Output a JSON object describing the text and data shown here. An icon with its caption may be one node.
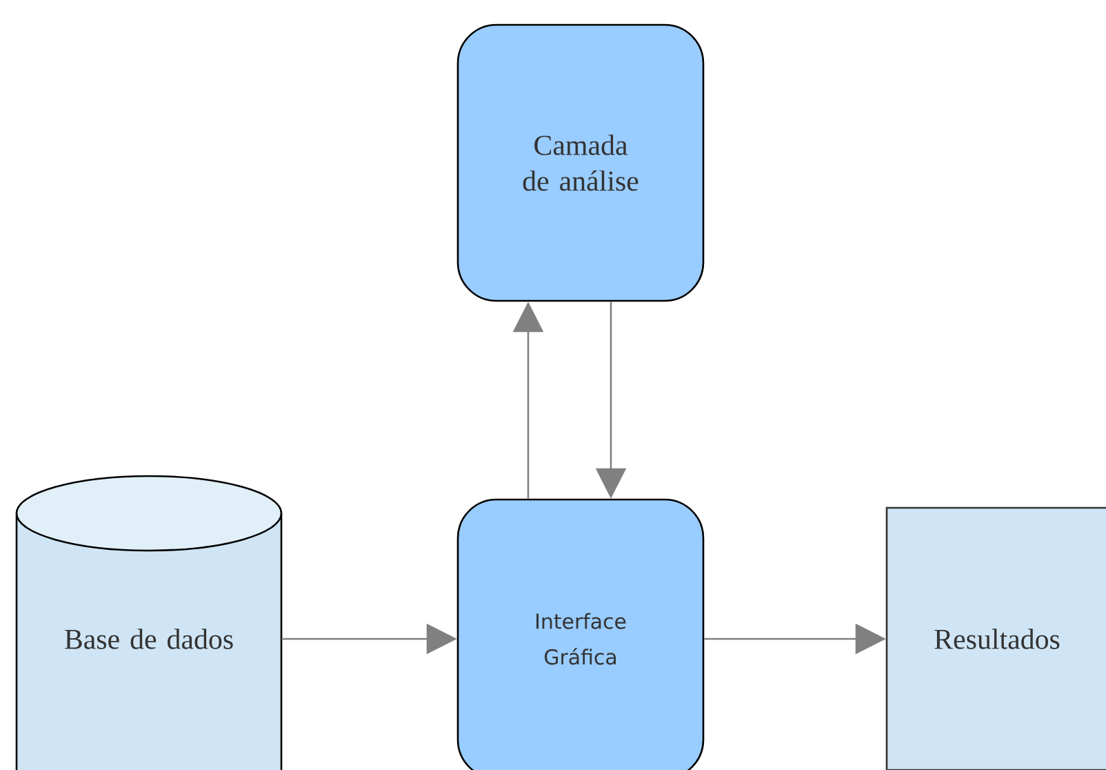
{
  "diagram": {
    "nodes": [
      {
        "text": [
          "Camada de análise"
        ]
      },
      {
        "text": [
          "Base de dados"
        ]
      },
      {
        "text": [
          "Interface Gráfica"
        ]
      },
      {
        "text": [
          "Resultados"
        ]
      }
    ],
    "edges": [
      {
        "from": 1,
        "to": 2,
        "arrow": "to"
      },
      {
        "from": 2,
        "to": 0,
        "arrow": "to"
      },
      {
        "from": 0,
        "to": 2,
        "arrow": "to"
      },
      {
        "from": 2,
        "to": 3,
        "arrow": "to"
      }
    ]
  }
}
